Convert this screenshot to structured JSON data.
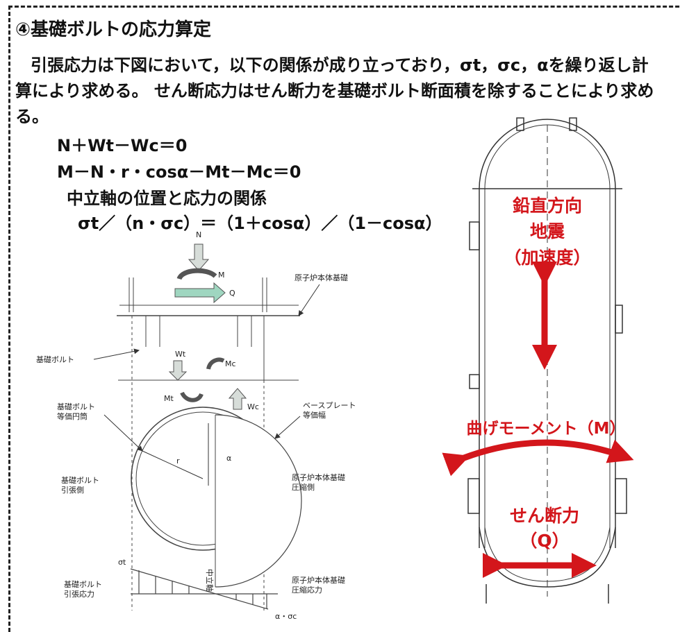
{
  "section_title": "④基礎ボルトの応力算定",
  "paragraph": "引張応力は下図において，以下の関係が成り立っており，σt，σc，αを繰り返し計算により求める。 せん断応力はせん断力を基礎ボルト断面積を除することにより求める。",
  "equations": {
    "eq1": "N＋Wt－Wc＝0",
    "eq2": "M－N・r・cosα－Mt－Mc＝0",
    "neutral_axis_heading": "中立軸の位置と応力の関係",
    "eq3": "σt／（n・σc）＝（1＋cosα）／（1－cosα）"
  },
  "left_figure": {
    "N": "N",
    "M": "M",
    "Q": "Q",
    "reactor_foundation": "原子炉本体基礎",
    "base_bolt": "基礎ボルト",
    "Wt": "Wt",
    "Mc": "Mc",
    "Mt": "Mt",
    "Wc": "Wc",
    "bolt_circle": "基礎ボルト\n等価円筒",
    "base_plate": "ベースプレート\n等価幅",
    "bolt_tension_side": "基礎ボルト\n引張側",
    "foundation_compression_side": "原子炉本体基礎\n圧縮側",
    "r": "r",
    "alpha": "α",
    "sigma_t": "σt",
    "neutral_axis": "中立軸",
    "bolt_tensile_stress": "基礎ボルト\n引張応力",
    "foundation_compressive_stress": "原子炉本体基礎\n圧縮応力",
    "alpha_sigma_c": "α・σc"
  },
  "right_figure": {
    "vertical_seismic_line1": "鉛直方向",
    "vertical_seismic_line2": "地震",
    "vertical_seismic_line3": "（加速度）",
    "bending_moment": "曲げモーメント（M）",
    "shear_force_line1": "せん断力",
    "shear_force_line2": "（Q）"
  },
  "colors": {
    "accent_red": "#d3161b",
    "arrow_fill": "#cfd8d6",
    "q_arrow_fill": "#9fd6c0"
  }
}
